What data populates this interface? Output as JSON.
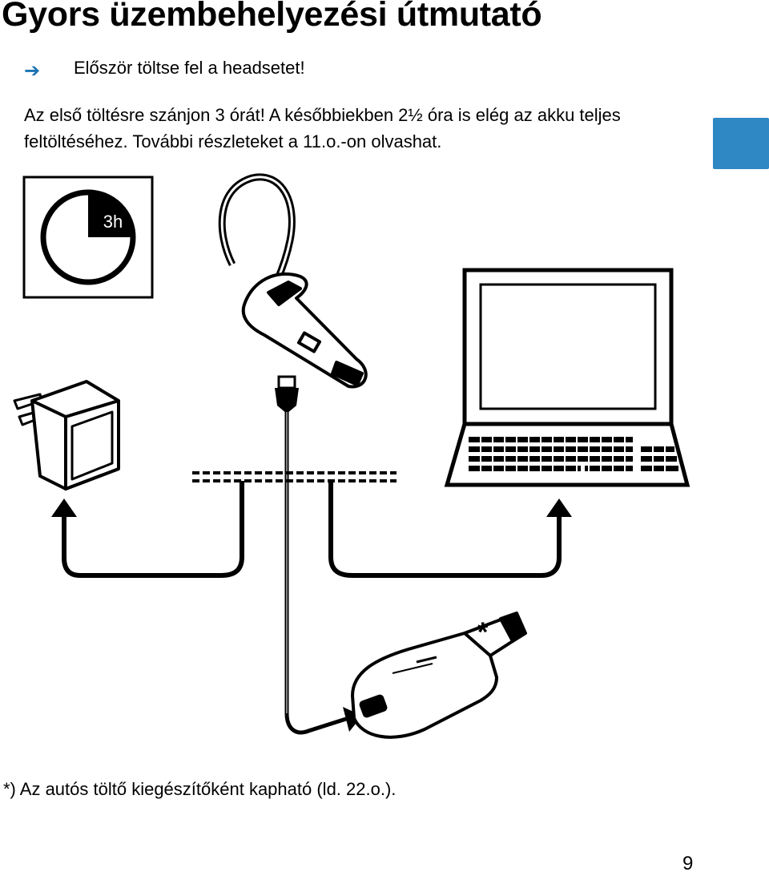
{
  "page": {
    "title": "Gyors üzembehelyezési útmutató",
    "bullet": {
      "icon": "arrow-right-icon",
      "text": "Először töltse fel a headsetet!"
    },
    "paragraph": "Az első töltésre szánjon 3 órát! A későbbiekben 2½ óra is elég az akku teljes feltöltéséhez. További részleteket a 11.o.-on olvashat.",
    "footnote": "*) Az autós töltő kiegészítőként kapható (ld. 22.o.).",
    "page_number": "9",
    "accent_color": "#2f87c4"
  },
  "illustration": {
    "clock_label": "3h",
    "car_charger_marker": "*",
    "icons": [
      "clock-icon",
      "headset-icon",
      "usb-cable-icon",
      "wall-charger-icon",
      "laptop-icon",
      "car-charger-icon"
    ]
  }
}
